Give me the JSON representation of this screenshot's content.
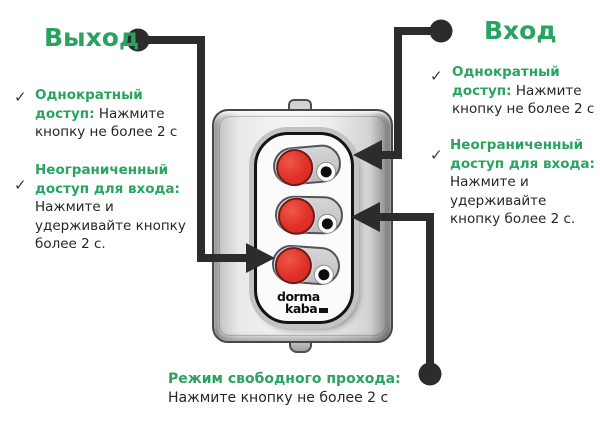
{
  "palette": {
    "green": "#2aa360",
    "ink": "#2c2c2c",
    "red": "#e23a31",
    "pill": "#c6c6c8",
    "panel": "#fbfbfb"
  },
  "titles": {
    "exit": "Выход",
    "entry": "Вход"
  },
  "check_glyph": "✓",
  "callouts": {
    "exit_single": {
      "lines": [
        [
          {
            "t": "Однократный",
            "green": true
          }
        ],
        [
          {
            "t": "доступ:",
            "green": true
          },
          {
            "t": " Нажмите",
            "green": false
          }
        ],
        [
          {
            "t": "кнопку не более 2 с",
            "green": false
          }
        ]
      ]
    },
    "exit_unlimited": {
      "lines": [
        [
          {
            "t": "Неограниченный",
            "green": true
          }
        ],
        [
          {
            "t": "доступ для входа:",
            "green": true
          }
        ],
        [
          {
            "t": "Нажмите и",
            "green": false
          }
        ],
        [
          {
            "t": "удерживайте кнопку",
            "green": false
          }
        ],
        [
          {
            "t": "более 2 с.",
            "green": false
          }
        ]
      ]
    },
    "entry_single": {
      "lines": [
        [
          {
            "t": "Однократный",
            "green": true
          }
        ],
        [
          {
            "t": "доступ:",
            "green": true
          },
          {
            "t": " Нажмите",
            "green": false
          }
        ],
        [
          {
            "t": "кнопку не более 2 с",
            "green": false
          }
        ]
      ]
    },
    "entry_unlimited": {
      "lines": [
        [
          {
            "t": "Неограниченный",
            "green": true
          }
        ],
        [
          {
            "t": "доступ для входа:",
            "green": true
          }
        ],
        [
          {
            "t": "Нажмите и",
            "green": false
          }
        ],
        [
          {
            "t": "удерживайте",
            "green": false
          }
        ],
        [
          {
            "t": "кнопку более 2 с.",
            "green": false
          }
        ]
      ]
    },
    "free_pass": {
      "lines": [
        [
          {
            "t": "Режим свободного прохода:",
            "green": true
          }
        ],
        [
          {
            "t": "Нажмите кнопку не более 2 с",
            "green": false
          }
        ]
      ]
    }
  },
  "device": {
    "brand_line1": "dorma",
    "brand_line2": "kaba"
  }
}
